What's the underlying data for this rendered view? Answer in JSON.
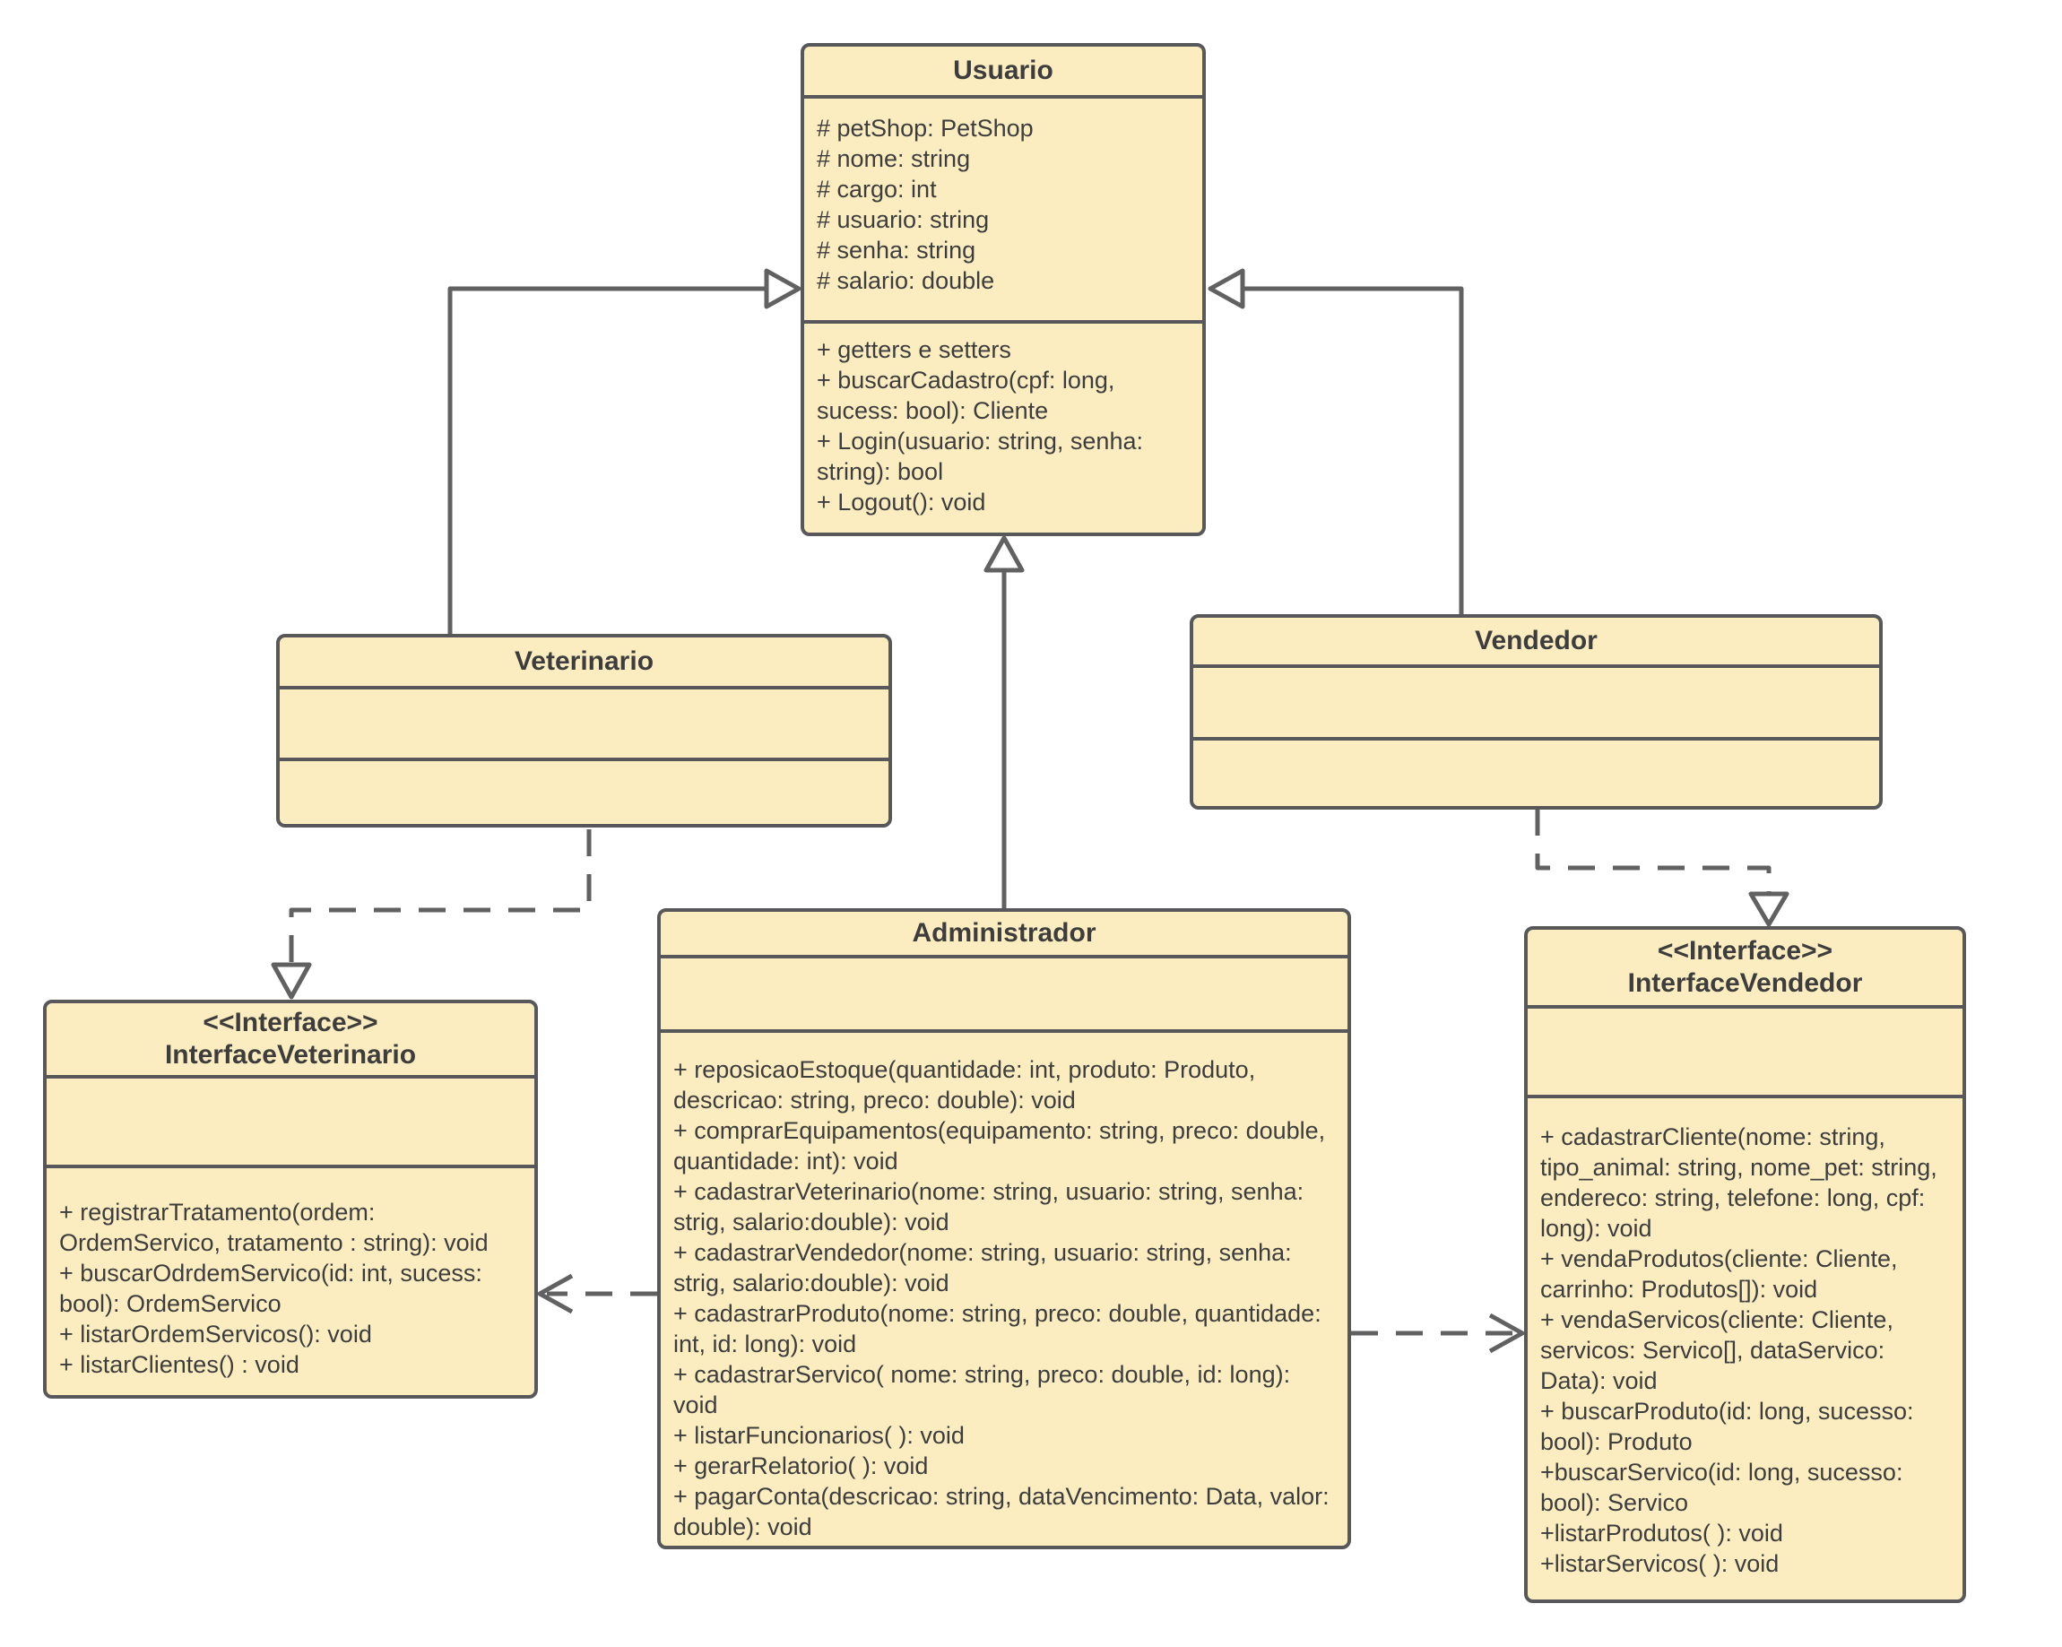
{
  "diagram": {
    "classes": {
      "usuario": {
        "title": "Usuario",
        "attributes": [
          "# petShop: PetShop",
          "# nome: string",
          "# cargo: int",
          "# usuario: string",
          "# senha: string",
          "# salario: double"
        ],
        "methods": [
          "+ getters e setters",
          "+ buscarCadastro(cpf: long, sucess: bool): Cliente",
          "+ Login(usuario: string, senha: string): bool",
          "+ Logout(): void"
        ]
      },
      "veterinario": {
        "title": "Veterinario",
        "attributes": [],
        "methods": []
      },
      "vendedor": {
        "title": "Vendedor",
        "attributes": [],
        "methods": []
      },
      "administrador": {
        "title": "Administrador",
        "attributes": [],
        "methods": [
          "+ reposicaoEstoque(quantidade: int, produto: Produto, descricao: string, preco: double): void",
          "+ comprarEquipamentos(equipamento: string, preco: double, quantidade: int): void",
          "+ cadastrarVeterinario(nome: string, usuario: string, senha: strig, salario:double): void",
          "+ cadastrarVendedor(nome: string, usuario: string, senha: strig, salario:double): void",
          "+ cadastrarProduto(nome: string, preco: double, quantidade: int, id: long): void",
          "+ cadastrarServico( nome: string, preco: double, id: long): void",
          "+ listarFuncionarios( ): void",
          "+ gerarRelatorio( ): void",
          "+ pagarConta(descricao: string, dataVencimento: Data, valor: double): void"
        ]
      },
      "interface_veterinario": {
        "stereotype": "<<Interface>>",
        "title": "InterfaceVeterinario",
        "attributes": [],
        "methods": [
          "+ registrarTratamento(ordem: OrdemServico, tratamento : string): void",
          "+ buscarOdrdemServico(id: int, sucess: bool): OrdemServico",
          "+ listarOrdemServicos(): void",
          "+ listarClientes() : void"
        ]
      },
      "interface_vendedor": {
        "stereotype": "<<Interface>>",
        "title": "InterfaceVendedor",
        "attributes": [],
        "methods": [
          "+ cadastrarCliente(nome: string, tipo_animal: string, nome_pet: string, endereco: string, telefone: long, cpf: long): void",
          "+ vendaProdutos(cliente: Cliente, carrinho: Produtos[]): void",
          "+ vendaServicos(cliente: Cliente, servicos: Servico[], dataServico: Data): void",
          "+ buscarProduto(id: long, sucesso: bool): Produto",
          "+buscarServico(id: long, sucesso: bool): Servico",
          "+listarProdutos( ): void",
          "+listarServicos( ): void"
        ]
      }
    },
    "relationships": [
      {
        "type": "generalization",
        "from": "Veterinario",
        "to": "Usuario",
        "line": "solid",
        "arrowhead": "hollow-triangle"
      },
      {
        "type": "generalization",
        "from": "Vendedor",
        "to": "Usuario",
        "line": "solid",
        "arrowhead": "hollow-triangle"
      },
      {
        "type": "generalization",
        "from": "Administrador",
        "to": "Usuario",
        "line": "solid",
        "arrowhead": "hollow-triangle"
      },
      {
        "type": "realization",
        "from": "Veterinario",
        "to": "InterfaceVeterinario",
        "line": "dashed",
        "arrowhead": "hollow-triangle"
      },
      {
        "type": "realization",
        "from": "Vendedor",
        "to": "InterfaceVendedor",
        "line": "dashed",
        "arrowhead": "hollow-triangle"
      },
      {
        "type": "dependency",
        "from": "Administrador",
        "to": "InterfaceVeterinario",
        "line": "dashed",
        "arrowhead": "open"
      },
      {
        "type": "dependency",
        "from": "Administrador",
        "to": "InterfaceVendedor",
        "line": "dashed",
        "arrowhead": "open"
      }
    ],
    "colors": {
      "class_fill": "#fcedc0",
      "class_border": "#58585a",
      "connector": "#616161",
      "text": "#3d3d3d",
      "background": "#ffffff"
    }
  }
}
